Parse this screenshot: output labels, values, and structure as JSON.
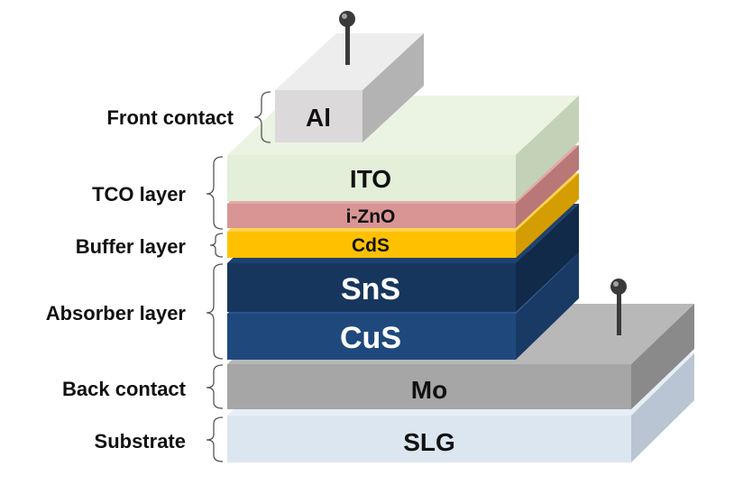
{
  "layers": {
    "al": {
      "name": "Al",
      "front": "#dcd9da",
      "top": "#eeedee",
      "side": "#b3b3b3",
      "text_color": "#111111"
    },
    "ito": {
      "name": "ITO",
      "front": "#e3efd9",
      "top": "#ebf4e3",
      "side": "#c3d1b6",
      "text_color": "#111111"
    },
    "izno": {
      "name": "i-ZnO",
      "front": "#d99594",
      "top": "#e3a9a8",
      "side": "#b87877",
      "text_color": "#111111"
    },
    "cds": {
      "name": "CdS",
      "front": "#ffc000",
      "top": "#ffd24d",
      "side": "#d49d00",
      "text_color": "#111111"
    },
    "sns": {
      "name": "SnS",
      "front": "#17365d",
      "top": "#1f4170",
      "side": "#112a4a",
      "text_color": "#ffffff"
    },
    "cus": {
      "name": "CuS",
      "front": "#1f497d",
      "top": "#2a5590",
      "side": "#183a64",
      "text_color": "#ffffff"
    },
    "mo": {
      "name": "Mo",
      "front": "#a6a6a6",
      "top": "#b8b8b8",
      "side": "#8a8a8a",
      "text_color": "#111111"
    },
    "slg": {
      "name": "SLG",
      "front": "#dce6f1",
      "top": "#e8eef6",
      "side": "#b9c5d2",
      "text_color": "#111111"
    }
  },
  "labels": {
    "front_contact": "Front contact",
    "tco_layer": "TCO layer",
    "buffer_layer": "Buffer layer",
    "absorber_layer": "Absorber layer",
    "back_contact": "Back contact",
    "substrate": "Substrate"
  },
  "pin_color": "#3a3a3a",
  "bracket_color": "#555555"
}
